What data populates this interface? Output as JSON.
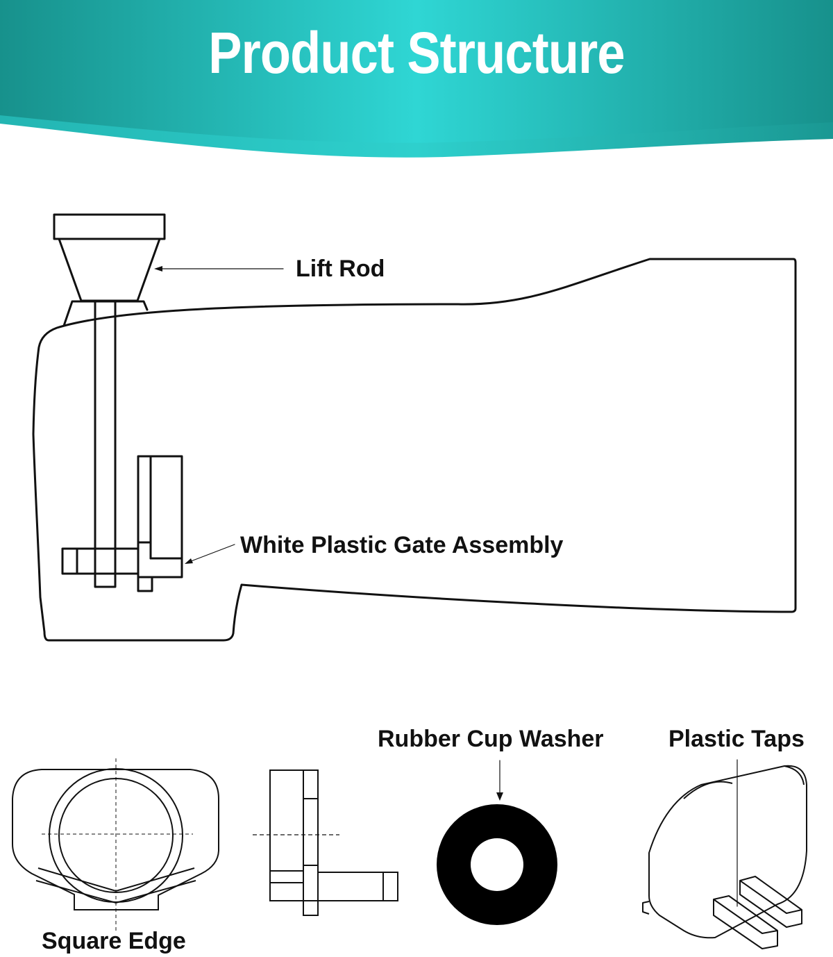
{
  "header": {
    "title": "Product Structure",
    "colors": {
      "teal_light": "#2fd6d4",
      "teal_dark": "#17918c"
    }
  },
  "labels": {
    "lift_rod": "Lift Rod",
    "gate_assembly": "White Plastic Gate Assembly",
    "rubber_cup_washer": "Rubber Cup Washer",
    "plastic_taps": "Plastic Taps",
    "square_edge": "Square Edge"
  },
  "colors": {
    "line": "#111111",
    "washer": "#000000",
    "background": "#ffffff"
  }
}
